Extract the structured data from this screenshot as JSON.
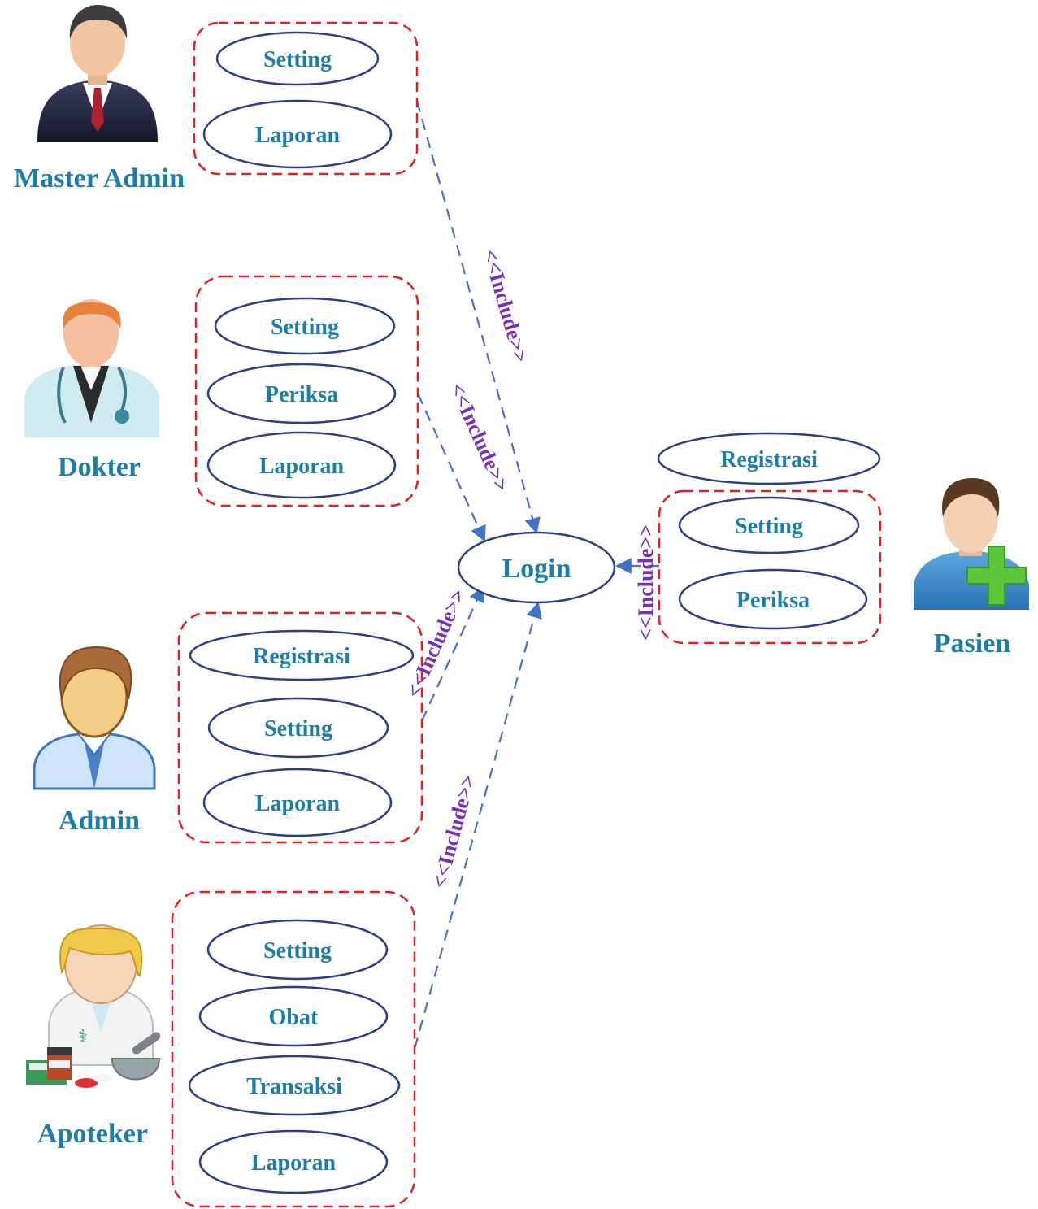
{
  "diagram": {
    "center": {
      "label": "Login"
    },
    "include_label": "<<Include>>",
    "actors": [
      {
        "id": "master-admin",
        "name": "Master Admin",
        "icon": "businessman-icon",
        "use_cases": [
          "Setting",
          "Laporan"
        ]
      },
      {
        "id": "dokter",
        "name": "Dokter",
        "icon": "doctor-icon",
        "use_cases": [
          "Setting",
          "Periksa",
          "Laporan"
        ]
      },
      {
        "id": "admin",
        "name": "Admin",
        "icon": "admin-user-icon",
        "use_cases": [
          "Registrasi",
          "Setting",
          "Laporan"
        ]
      },
      {
        "id": "apoteker",
        "name": "Apoteker",
        "icon": "pharmacist-icon",
        "use_cases": [
          "Setting",
          "Obat",
          "Transaksi",
          "Laporan"
        ]
      },
      {
        "id": "pasien",
        "name": "Pasien",
        "icon": "patient-add-icon",
        "standalone_use_case": "Registrasi",
        "use_cases": [
          "Setting",
          "Periksa"
        ]
      }
    ]
  }
}
